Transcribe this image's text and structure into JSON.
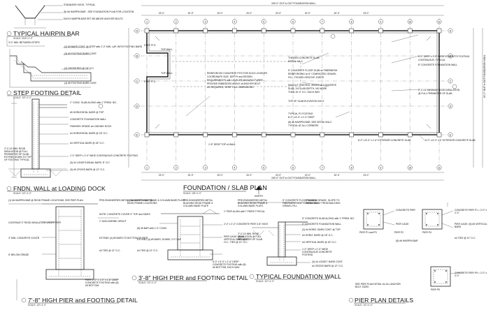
{
  "drawing": {
    "titles": {
      "hairpin": "TYPICAL HAIRPIN BAR",
      "step_footing": "STEP FOOTING DETAIL",
      "fndn_wall": "FNDN. WALL at LOADING DOCK",
      "foundation_plan": "FOUNDATION / SLAB PLAN",
      "pier_7_8": "7'-8\" HIGH PIER and FOOTING DETAIL",
      "pier_3_8": "3'-8\" HIGH PIER and FOOTING DETAIL",
      "typical_wall": "TYPICAL FOUNDATION WALL",
      "pier_plan": "PIER PLAN DETAILS"
    },
    "scales": {
      "hairpin": "SCALE: 3/16\"=1'-0\"",
      "step_footing": "SCALE: 1/2\"=1'-0\"",
      "fndn_wall": "SCALE: 1/2\"=1'-0\"",
      "foundation_plan": "SCALE: 1/8\"=1'-0\"",
      "pier_7_8": "SCALE: 1/2\"=1'-0\"",
      "pier_3_8": "SCALE: 1/2\"=1'-0\"",
      "typical_wall": "SCALE: 1/2\"=1'-0\"",
      "pier_plan": "SCALE: 1/2\"=1'-0\""
    },
    "north_label": "NORTH",
    "plan": {
      "overall_dim": "150'-0\" OUT to OUT FOUNDATION WALL",
      "overall_dim_bottom": "150'-0\" OUT to OUT FOUNDATION WALL",
      "side_dim": "60'-0\" OUT to OUT FOUNDATION WALL",
      "grid_cols": [
        "1",
        "2",
        "3",
        "4",
        "5",
        "6",
        "7",
        "8",
        "9",
        "10",
        "11"
      ],
      "grid_rows": [
        "A",
        "B",
        "C",
        "D",
        "E"
      ],
      "bay_dims": [
        "23'-0\"",
        "20'-0\"",
        "20'-0\"",
        "20'-0\"",
        "20'-0\"",
        "20'-0\"",
        "20'-0\"",
        "23'-0\""
      ],
      "notes": [
        "REINFORCED CONCRETE PITS FOR DOCK LEVELER",
        "COORDINATE SIZE, DEPTH and DESIGN",
        "REQUIREMENTS with LEVELER MANUFACTURER.",
        "PROVIDE EMBEDDED ANGLE at ANCHOR BOLT",
        "AS REQUIRED, VERIFY ALL DIMENSIONS",
        "THICKEN CONCRETE SLAB",
        "DETAIL 1/A-3",
        "5\" CONCRETE FLOOR SLAB w/ FIBERMESH",
        "REINFORCING on 6\" COMPACTED GRAVEL",
        "FILL, TOOLED GROOVE JOINTS",
        "SAWCUT CONTROL JOINTS IN CONCRETE",
        "SLAB, 1/4 SLAB DEPTH, NO MORE",
        "THAN 15'-0\" O.C. EACH WAY",
        "TOP OF SLAB ELEVATION 100.0'",
        "TYPICAL P1 FOOTING",
        "8'-0\" x 8'-0\" x 1'-0\" DEEP",
        "(8) #6 HAIRPIN BAR, SEE DETAIL B/A-3",
        "TYPICAL AT ALL CORNERS",
        "1'-0\" DEEP x 2'-0\" WIDE CONCRETE FOOTING",
        "CONTINUOUS, TYPICAL",
        "8\" CONCRETE FOUNDATION WALL",
        "2\"-0 1/2 MINIMUM RIGID INSULATION",
        "@ FULL PERIMETER OF SLAB",
        "8'-0\" x 8'-0\" x 1'-6\" EXTERIOR CONCRETE SLAB",
        "5'-0\" x 6'-0\" x 6\" EXTERIOR CONCRETE SLAB"
      ],
      "callouts": [
        "1'-8\" DROP TOP of WALL",
        "STEP FTG",
        "STEP FTG",
        "TOP WALL",
        "TOP WALL"
      ]
    },
    "hairpin": {
      "notes": [
        "STANDARD HOOK, TYPICAL",
        "(8) #6 HAIRPIN BAR - SEE FOUNDATION PLAN FOR LOCATION",
        "EACH HAIRPIN BAR SET BE ABOVE ANCHOR BOLTS",
        "3'-0\" MIN. BETWEEN STEPS"
      ]
    },
    "step": {
      "notes": [
        "(2) #5 BARS CONT. @ STEP with 2'-0\" MIN. LAP, WITH FOOTING BARS",
        "(3) #5 FOOTING BARS CONT.",
        "(2) CROSSTIES @ 18\" O.C.",
        "(4) #5 FOOTING BARS CONT."
      ]
    },
    "fndn": {
      "notes": [
        "1\" CONC. SLAB ALONG with 1\" PREM. NO.",
        "#5 HORIZONTAL BARS @ TOP",
        "CONCRETE FOUNDATION WALL",
        "FINISHED GRADE at LOADING DOCK",
        "2\"-0 1/2 MIN. RIGID INSULATION @ FULL PERIMETER OF SLAB EXTEND DOWN TO TOP OF FOOTING TYPICAL",
        "#4 HORIZONTAL BARS @ 18\" O.C.",
        "#4 VERTICAL BARS @ 18\" O.C.",
        "1'-0\" DEEP x 2'-0\" WIDE CONTINUOUS CONCRETE FOOTING",
        "(3) #4 LONGITUDINAL BARS, 8\" O.C.",
        "(3) #5 CROSS BARS @ 12\" O.C."
      ]
    },
    "pier78": {
      "notes": [
        "(1) #6 HAIRPIN BAR @ RIGID FRAME LOCATIONS, SEE PIER PLAN.",
        "PRE-ENGINEERED METAL BUILDING RIGID FRAME & COLUMN BASE PLATE",
        "NOTE: CONCRETE COVER 3\" TOP and SIDES",
        "1\" NON-SHRINK GROUT",
        "CONTINUE 3\" RIGID INSULATION UNDER PIER",
        "3\" MIN. CONCRETE COVER",
        "6\" BELOW GRADE",
        "EXTEND (4) #5 BARS TO BOTTOM OF PIER",
        "PIER: 1'-0\" x 1'-0\" x 1'-6\" DEEP CONCRETE FOOTING with (8) #5 BOTTOM",
        "#4 TIES @ 12\" O.C."
      ]
    },
    "pier38": {
      "notes": [
        "PRE-ENGINEERED METAL BUILDING RIGID FRAME & COLUMN BASE PLATE",
        "(1) #6 HAIRPIN BAR @ RIGID FRAME LOCATIONS",
        "1\" PIER ALIGN with T PIERS TYPICAL",
        "2'-0\" x 2'-0\" CONCRETE PIER 3'-8\" HIGH",
        "(8) #5 BAR with 1'-0\" CONC.",
        "PIER CAGE: (8) #5 VERTICAL BARS @ 8\" O.C., TIES @ 12\" O.C.",
        "EXTEND (4) #5 BARS, DOWEL 2'-0\" LAP",
        "5'-0\" x 5'-0\" x 1'-6\" DEEP CONCRETE FOOTING with (8) #5 BOTTOM, EACH WAY",
        "#4 TIES @ 12\" O.C."
      ]
    },
    "twall": {
      "notes": [
        "PRE-ENGINEERED METAL BUILDING RIGID FRAME & COLUMN BASE PLATE",
        "5\" CONCRETE FLOOR SLAB w/ FIBERMESH on 6\" COMPACTED GRAVEL FILL",
        "FINISHED GRADE, SLOPE TO DRAIN AWAY FROM BUILDING",
        "5\" CONCRETE SLAB ALONG with 1\" PREM. NO.",
        "1\" CONCRETE FOUNDATION WALL",
        "(2) #4 HORIZ. BARS CONT. @ TOP",
        "2\"-0 1/2 MIN. RIGID INSULATION @ FULL PERIMETER OF SLAB",
        "#4 HORIZ. BARS @ 18\" O.C.",
        "#4 VERTICAL BARS @ 18\" O.C.",
        "1'-0\" DEEP x 2'-0\" WIDE CONTINUOUS CONCRETE FOOTING",
        "(3) #4 LONGIT. BARS CONT.",
        "#4 CROSS BARS @ 12\" O.C."
      ]
    },
    "pplan": {
      "labels": [
        "PIER P1 and P3",
        "PIER P2",
        "PIER P4",
        "PIER P5"
      ],
      "notes": [
        "CONCRETE PIER",
        "PIER CAGE",
        "CONCRETE PIER P1 = 2'-0\" x 2'-0\"",
        "PIER CAGE: (8) #5 VERTICAL BARS",
        "#4 TIES @ 12\" O.C.",
        "(8) #6 HAIRPIN BAR",
        "SEE PIER PLAN DETAIL for ALL ANCHOR BOLT SIZES",
        "CONCRETE PIER P5 = 2'-0\" x 3'-0\""
      ]
    }
  }
}
